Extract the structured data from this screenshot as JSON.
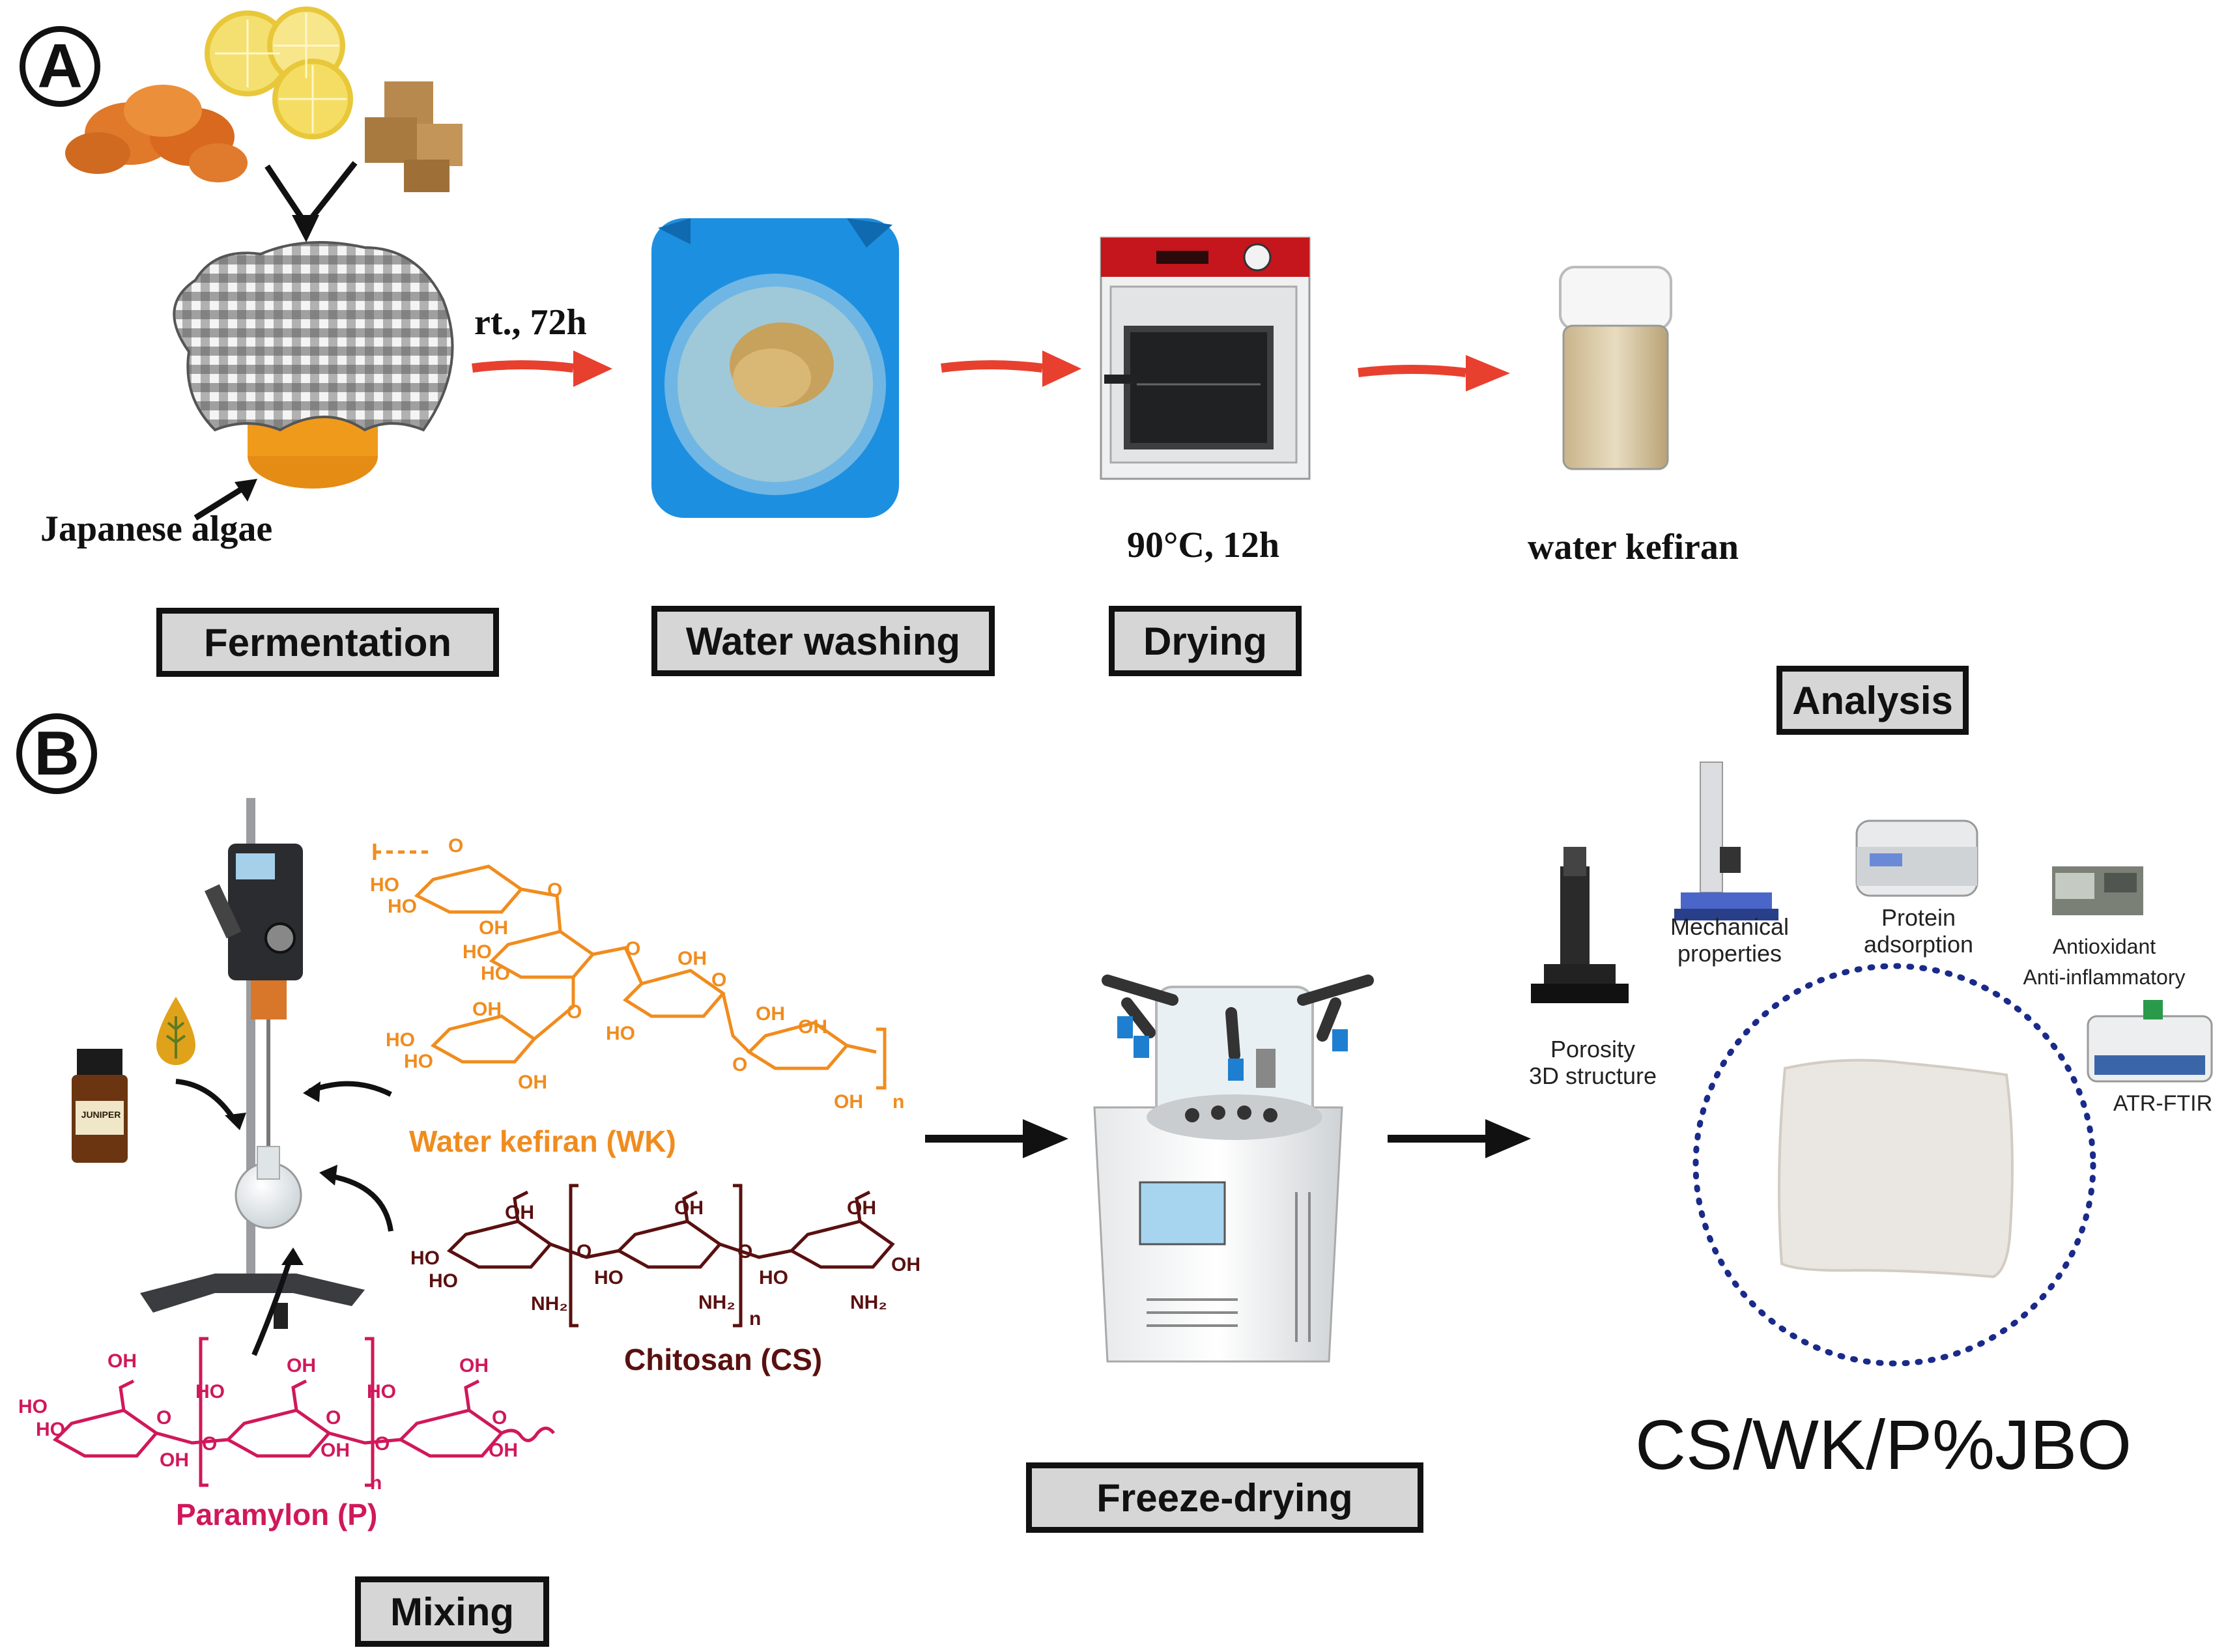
{
  "panel_a": {
    "badge": "A",
    "condition_fermentation": "rt., 72h",
    "label_algae": "Japanese algae",
    "condition_drying": "90°C, 12h",
    "label_product": "water kefiran",
    "steps": [
      "Fermentation",
      "Water washing",
      "Drying"
    ]
  },
  "panel_b": {
    "badge": "B",
    "oil_bottle_label": "JUNIPER",
    "molecules": {
      "water_kefiran": "Water kefiran (WK)",
      "chitosan": "Chitosan (CS)",
      "paramylon": "Paramylon (P)"
    },
    "groups": {
      "oh": "OH",
      "ho": "HO",
      "o": "O",
      "nh2": "NH₂",
      "n": "n"
    },
    "steps": {
      "mixing": "Mixing",
      "freeze_drying": "Freeze-drying",
      "analysis": "Analysis"
    },
    "analysis_items": {
      "porosity": "Porosity",
      "structure": "3D structure",
      "mechanical_1": "Mechanical",
      "mechanical_2": "properties",
      "protein_1": "Protein",
      "protein_2": "adsorption",
      "antioxidant": "Antioxidant",
      "antiinflammatory": "Anti-inflammatory",
      "atr": "ATR-FTIR"
    },
    "product_name": "CS/WK/P%JBO"
  },
  "colors": {
    "kefiran": "#f08c1e",
    "chitosan": "#5a1010",
    "paramylon": "#d0185a",
    "arrow_red": "#e8402e",
    "bowl_blue": "#1d8fe0",
    "circle_dots": "#1a2a8a"
  }
}
